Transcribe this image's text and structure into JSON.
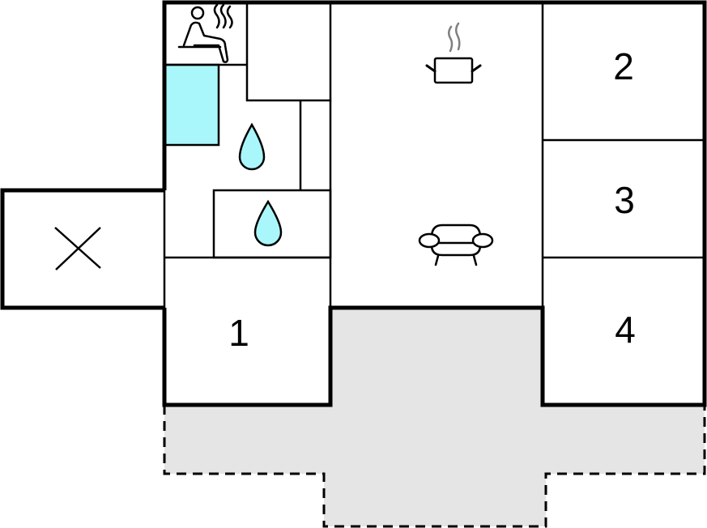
{
  "floorplan": {
    "colors": {
      "wall": "#000000",
      "water": "#aaf7fb",
      "terrace": "#e5e5e5",
      "steam": "#808080",
      "background": "#ffffff"
    },
    "rooms": [
      {
        "id": "bedroom-1",
        "label": "1"
      },
      {
        "id": "bedroom-2",
        "label": "2"
      },
      {
        "id": "bedroom-3",
        "label": "3"
      },
      {
        "id": "bedroom-4",
        "label": "4"
      }
    ],
    "icons": [
      {
        "name": "sauna-icon",
        "room": "sauna"
      },
      {
        "name": "water-drop-icon",
        "room": "bathroom"
      },
      {
        "name": "water-drop-icon",
        "room": "shower"
      },
      {
        "name": "cooking-pot-icon",
        "room": "kitchen"
      },
      {
        "name": "sofa-icon",
        "room": "living-room"
      },
      {
        "name": "cross-icon",
        "room": "annex"
      }
    ]
  }
}
